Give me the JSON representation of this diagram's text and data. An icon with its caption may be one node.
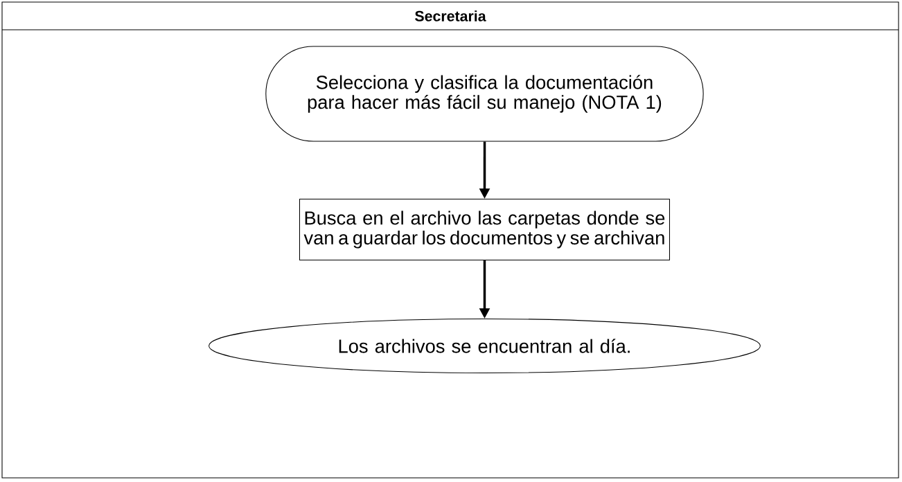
{
  "diagram": {
    "nodes": [
      {
        "text": [
          "Secretaria"
        ]
      },
      {
        "text": [
          "Selecciona y clasifica la documentación para hacer más fácil su manejo (NOTA 1)"
        ],
        "in": 0
      },
      {
        "text": [
          "Busca en el archivo las carpetas donde se van a guardar los documentos y se archivan"
        ],
        "in": 0
      },
      {
        "text": [
          "Los archivos se encuentran al día."
        ],
        "in": 0
      }
    ],
    "edges": [
      {
        "from": 1,
        "to": 2,
        "arrow": "to"
      },
      {
        "from": 2,
        "to": 3,
        "arrow": "to"
      }
    ]
  }
}
